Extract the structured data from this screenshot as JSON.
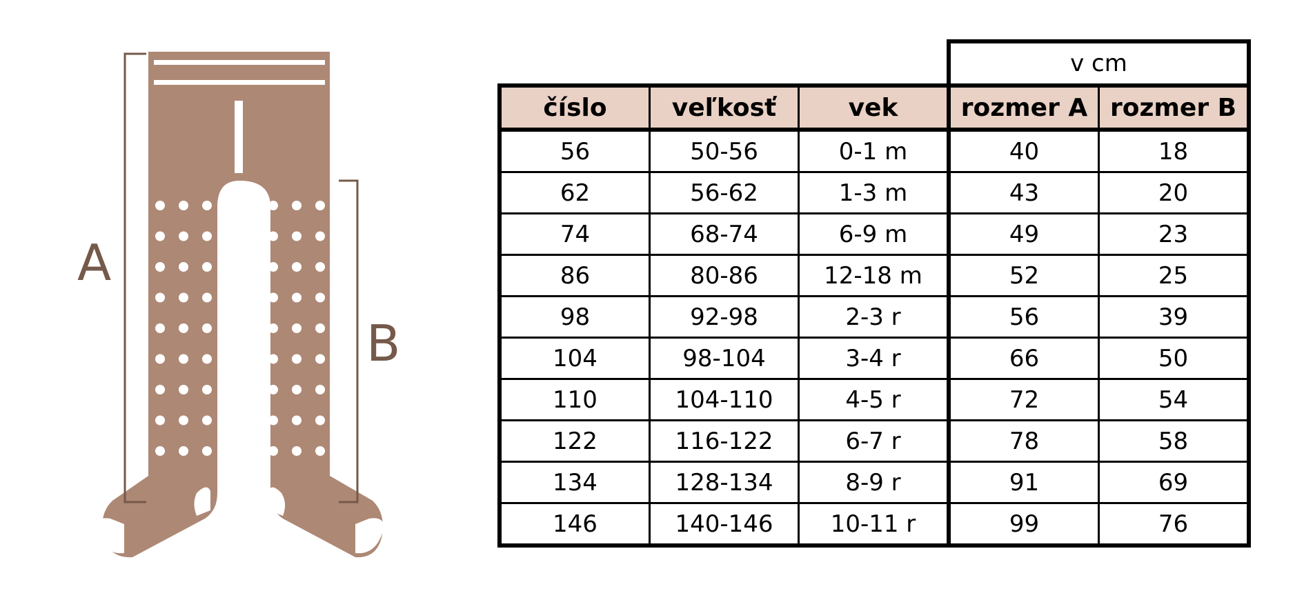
{
  "diagram": {
    "label_a": "A",
    "label_b": "B",
    "colors": {
      "garment": "#ad8875",
      "bracket": "#75594a",
      "dots": "#ffffff"
    }
  },
  "table": {
    "unit_header": "v cm",
    "headers": [
      "číslo",
      "veľkosť",
      "vek",
      "rozmer A",
      "rozmer B"
    ],
    "header_bg": "#e9d1c5",
    "rows": [
      [
        "56",
        "50-56",
        "0-1 m",
        "40",
        "18"
      ],
      [
        "62",
        "56-62",
        "1-3 m",
        "43",
        "20"
      ],
      [
        "74",
        "68-74",
        "6-9 m",
        "49",
        "23"
      ],
      [
        "86",
        "80-86",
        "12-18 m",
        "52",
        "25"
      ],
      [
        "98",
        "92-98",
        "2-3 r",
        "56",
        "39"
      ],
      [
        "104",
        "98-104",
        "3-4 r",
        "66",
        "50"
      ],
      [
        "110",
        "104-110",
        "4-5 r",
        "72",
        "54"
      ],
      [
        "122",
        "116-122",
        "6-7 r",
        "78",
        "58"
      ],
      [
        "134",
        "128-134",
        "8-9 r",
        "91",
        "69"
      ],
      [
        "146",
        "140-146",
        "10-11 r",
        "99",
        "76"
      ]
    ]
  }
}
